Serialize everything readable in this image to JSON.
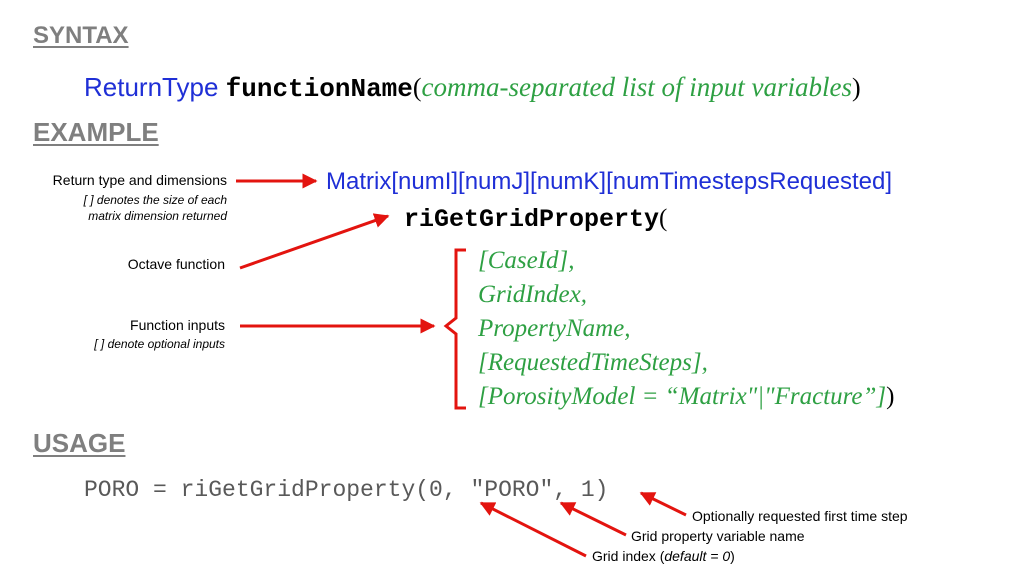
{
  "headings": {
    "syntax": "SYNTAX",
    "example": "EXAMPLE",
    "usage": "USAGE"
  },
  "syntax": {
    "return_type": "ReturnType",
    "function_name": "functionName",
    "open_paren": "(",
    "params": "comma-separated list of input variables",
    "close_paren": ")"
  },
  "example": {
    "return_signature": "Matrix[numI][numJ][numK][numTimestepsRequested]",
    "function_name": "riGetGridProperty",
    "open_paren": "(",
    "params": [
      "[CaseId],",
      "GridIndex,",
      "PropertyName,",
      "[RequestedTimeSteps],",
      "[PorosityModel = “Matrix\"|\"Fracture”]"
    ],
    "close_paren": ")"
  },
  "annotations": {
    "return_type_title": "Return type and dimensions",
    "return_type_note_1": "[ ] denotes the size of each",
    "return_type_note_2": "matrix dimension returned",
    "octave_function": "Octave function",
    "function_inputs_title": "Function inputs",
    "function_inputs_note": "[ ] denote optional inputs"
  },
  "usage": {
    "code": "PORO = riGetGridProperty(0, \"PORO\", 1)",
    "note_timestep": "Optionally requested first time step",
    "note_property": "Grid property variable name",
    "note_grid_index_prefix": "Grid index (",
    "note_grid_index_default": "default = 0",
    "note_grid_index_suffix": ")"
  },
  "colors": {
    "heading": "#7f7f7f",
    "blue": "#1f2fd6",
    "green": "#2ea043",
    "arrow": "#e3140f"
  }
}
